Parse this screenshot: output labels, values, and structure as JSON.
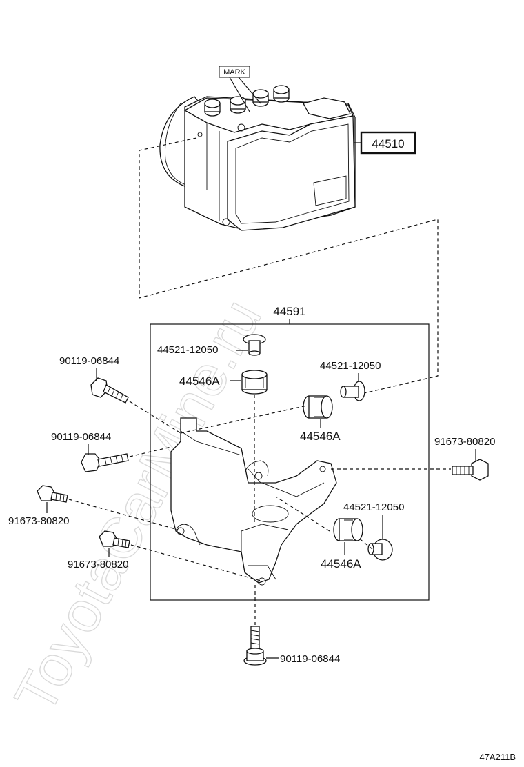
{
  "watermark": "ToyotaCarMine.ru",
  "diagram_code": "47A211B",
  "mark_label": "MARK",
  "labels": {
    "actuator": "44510",
    "bracket": "44591",
    "bolt_top_left": "90119-06844",
    "bolt_mid_left": "90119-06844",
    "bolt_bottom": "90119-06844",
    "bolt_right": "91673-80820",
    "bolt_lower_left": "91673-80820",
    "bolt_bottom_left": "91673-80820",
    "collar_top": "44521-12050",
    "collar_right": "44521-12050",
    "collar_lower_right": "44521-12050",
    "grommet_left": "44546A",
    "grommet_right": "44546A",
    "grommet_lower": "44546A"
  }
}
